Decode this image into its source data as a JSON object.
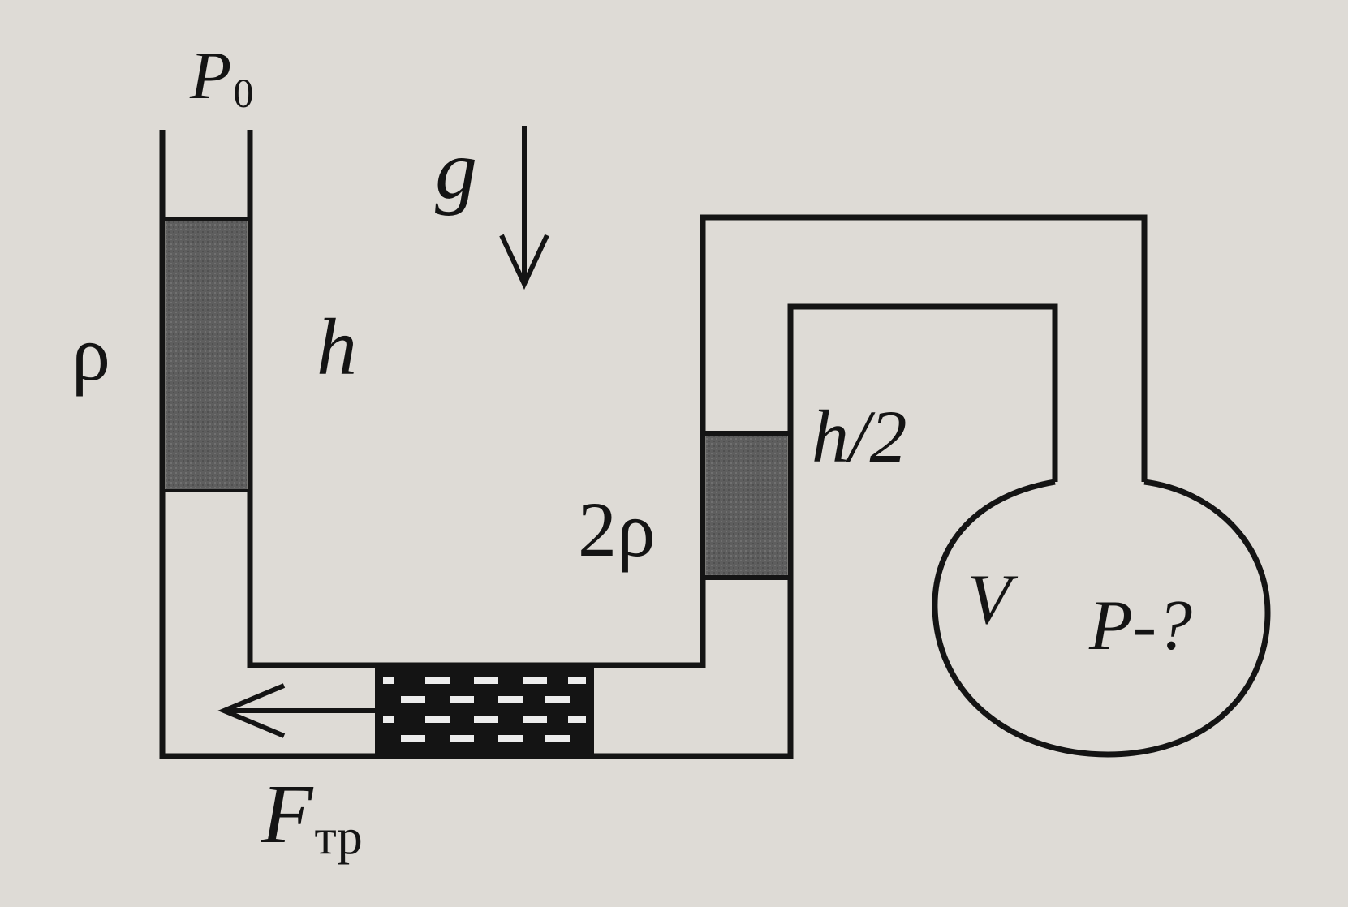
{
  "labels": {
    "p0_main": "P",
    "p0_sub": "0",
    "gravity": "g",
    "rho_left": "ρ",
    "height_left": "h",
    "height_right": "h/2",
    "rho_right": "2ρ",
    "volume": "V",
    "pressure_unknown": "P-?",
    "friction_main": "F",
    "friction_sub": "тр"
  },
  "colors": {
    "background": "#dedbd6",
    "line": "#141414",
    "liquid_fill": "#5e5e5e",
    "piston_fill": "#141414",
    "piston_dash": "#ececec"
  },
  "icons": {
    "gravity_arrow": "arrow-down-icon",
    "friction_arrow": "arrow-left-icon"
  }
}
